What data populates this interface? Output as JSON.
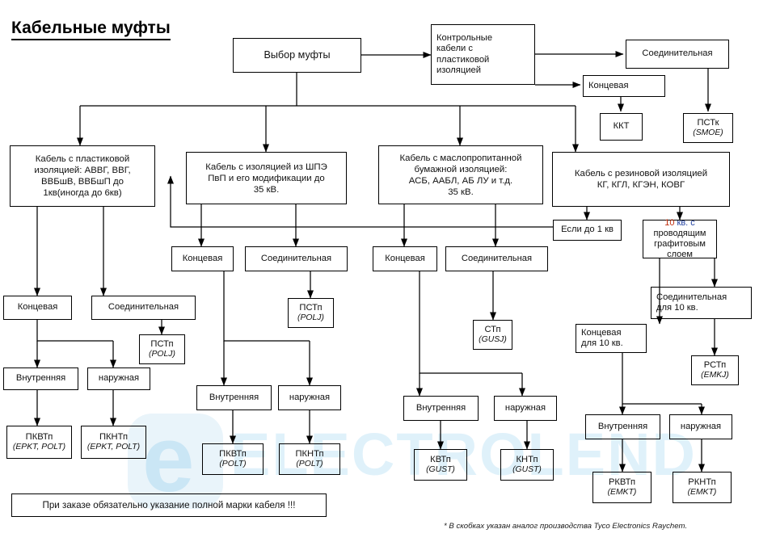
{
  "title": "Кабельные муфты",
  "footnote": "* В скобках указан аналог производства Tyco Electronics Raychem.",
  "order_note": "При заказе обязательно указание полной марки кабеля !!!",
  "watermark": {
    "text": "ELECTROLEND",
    "logo_letter": "e",
    "color": "#cfe7f5"
  },
  "nodes": {
    "root": {
      "label": "Выбор муфты"
    },
    "control_cable": {
      "label": "Контрольные\nкабели  с\nпластиковой\nизоляцией"
    },
    "control_joint": {
      "label": "Соединительная"
    },
    "control_term": {
      "label": "Концевая"
    },
    "kkt": {
      "ru": "ККТ"
    },
    "pstk": {
      "ru": "ПСТк",
      "en": "(SMOE)"
    },
    "cat_plastic": {
      "label": "Кабель с пластиковой\nизоляцией: АВВГ, ВВГ,\nВВБшВ, ВВБшП до\n1кв(иногда до 6кв)"
    },
    "cat_shpe": {
      "label": "Кабель с изоляцией из ШПЭ\nПвП и его модификации до\n35 кВ."
    },
    "cat_paper": {
      "label": "Кабель с маслопропитанной\nбумажной изоляцией:\nАСБ, ААБЛ, АБ ЛУ и т.д.\n35 кВ."
    },
    "cat_rubber": {
      "label": "Кабель с резиновой  изоляцией\nКГ, КГЛ, КГЭН, КОВГ"
    },
    "if_1kv": {
      "label": "Если до 1 кв"
    },
    "graphite": {
      "label_1": "10",
      "label_2": " кв. с",
      "label_rest": "проводящим\nграфитовым\nслоем"
    },
    "p_term": {
      "label": "Концевая"
    },
    "p_joint": {
      "label": "Соединительная"
    },
    "p_pstp": {
      "ru": "ПСТп",
      "en": "(POLJ)"
    },
    "p_inner": {
      "label": "Внутренняя"
    },
    "p_outer": {
      "label": "наружная"
    },
    "p_pkvtp": {
      "ru": "ПКВТп",
      "en": "(EPKT, POLT)"
    },
    "p_pknhtp": {
      "ru": "ПКНТп",
      "en": "(EPKT, POLT)"
    },
    "s_term": {
      "label": "Концевая"
    },
    "s_joint": {
      "label": "Соединительная"
    },
    "s_pstp": {
      "ru": "ПСТп",
      "en": "(POLJ)"
    },
    "s_inner": {
      "label": "Внутренняя"
    },
    "s_outer": {
      "label": "наружная"
    },
    "s_pkvtp": {
      "ru": "ПКВТп",
      "en": "(POLT)"
    },
    "s_pknhtp": {
      "ru": "ПКНТп",
      "en": "(POLT)"
    },
    "b_term": {
      "label": "Концевая"
    },
    "b_joint": {
      "label": "Соединительная"
    },
    "b_stp": {
      "ru": "СТп",
      "en": "(GUSJ)"
    },
    "b_inner": {
      "label": "Внутренняя"
    },
    "b_outer": {
      "label": "наружная"
    },
    "b_kvtp": {
      "ru": "КВТп",
      "en": "(GUST)"
    },
    "b_knhtp": {
      "ru": "КНТп",
      "en": "(GUST)"
    },
    "r_joint10": {
      "label": "Соединительная\nдля  10 кв."
    },
    "r_term10": {
      "label": "Концевая\nдля  10 кв."
    },
    "r_rstp": {
      "ru": "РСТп",
      "en": "(EMKJ)"
    },
    "r_inner": {
      "label": "Внутренняя"
    },
    "r_outer": {
      "label": "наружная"
    },
    "r_rkvtp": {
      "ru": "РКВТп",
      "en": "(EMKT)"
    },
    "r_rknhtp": {
      "ru": "РКНТп",
      "en": "(EMKT)"
    }
  }
}
